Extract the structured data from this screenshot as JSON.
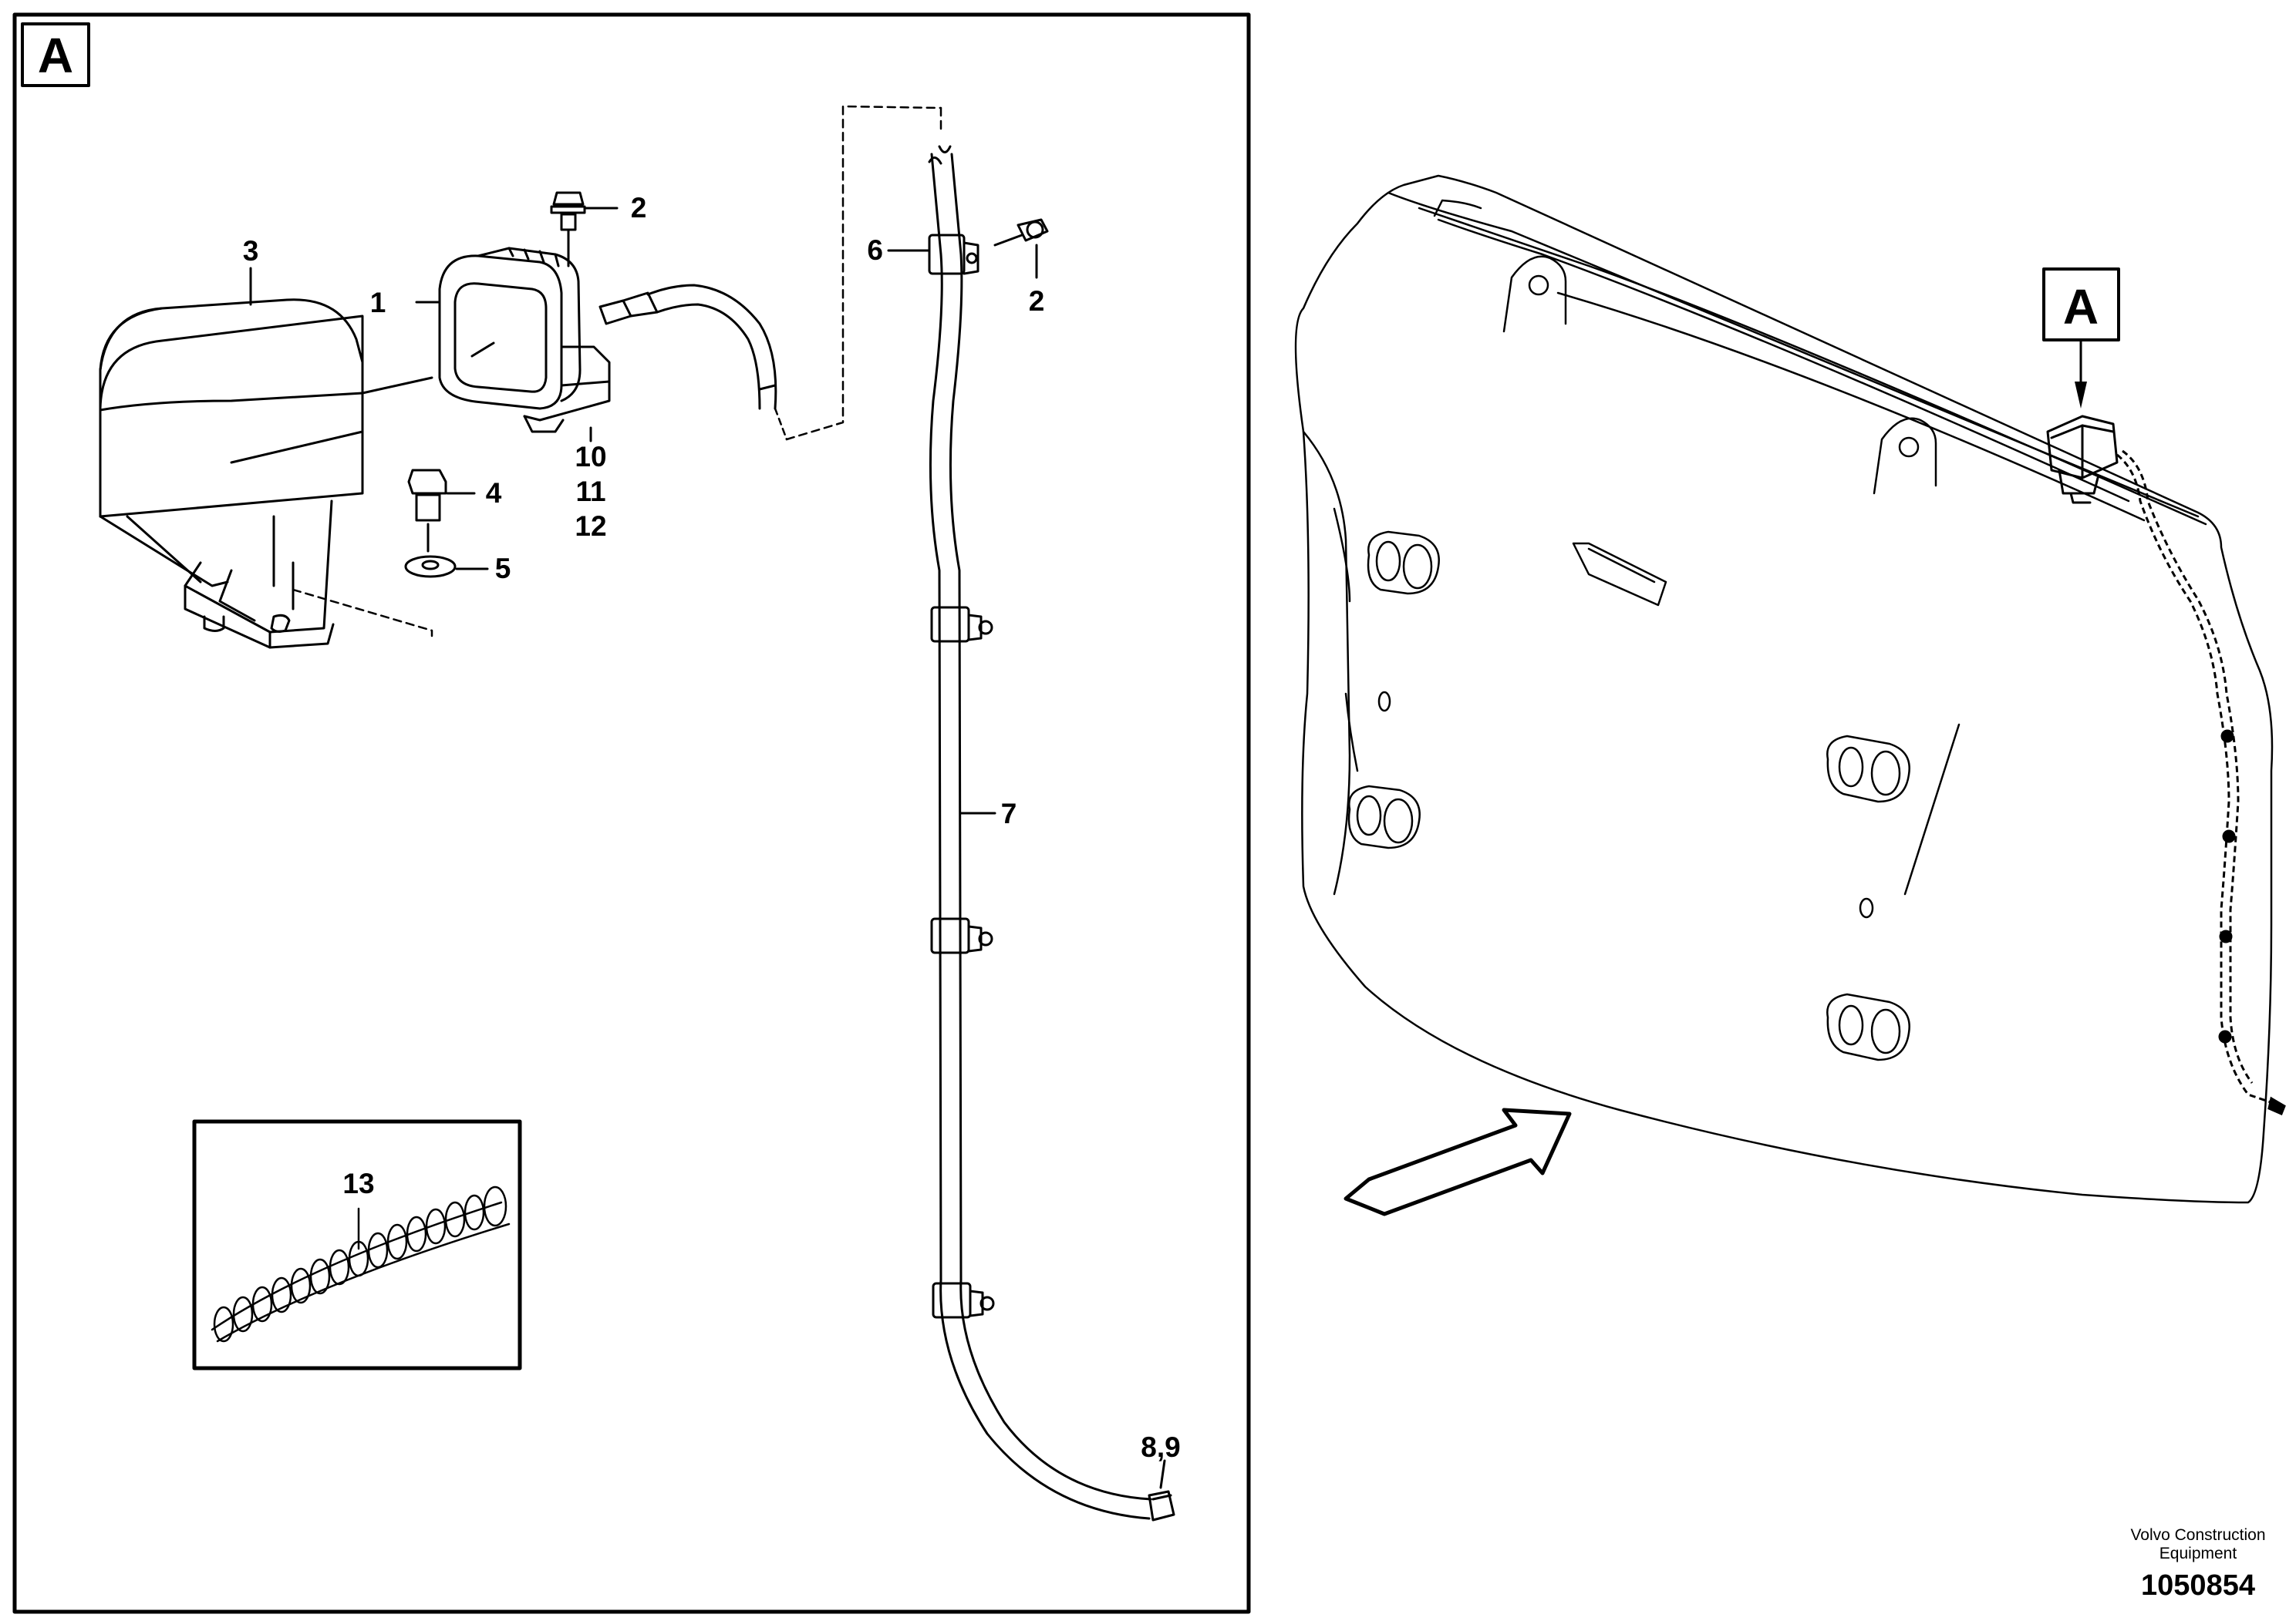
{
  "detail": {
    "label": "A",
    "callouts": {
      "work_light": "1",
      "screw_light": "2",
      "screw_clamp": "2",
      "protective_cover": "3",
      "bolt": "4",
      "washer": "5",
      "clamp": "6",
      "cable_harness": "7",
      "connector_parts": "8,9",
      "bracket_a": "10",
      "bracket_b": "11",
      "bracket_c": "12",
      "corrugated_hose": "13"
    }
  },
  "overview": {
    "label": "A"
  },
  "footer": {
    "company_line1": "Volvo Construction",
    "company_line2": "Equipment",
    "drawing_number": "1050854"
  }
}
